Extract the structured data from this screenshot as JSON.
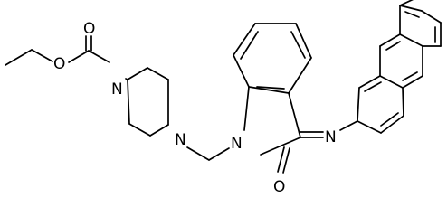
{
  "molecule": {
    "atom_labels": {
      "O_ether": "O",
      "O_carbonyl_ester": "O",
      "N_piperazine_1": "N",
      "N_piperazine_4": "N",
      "N_indole": "N",
      "O_lactam": "O",
      "N_imine": "N"
    }
  }
}
